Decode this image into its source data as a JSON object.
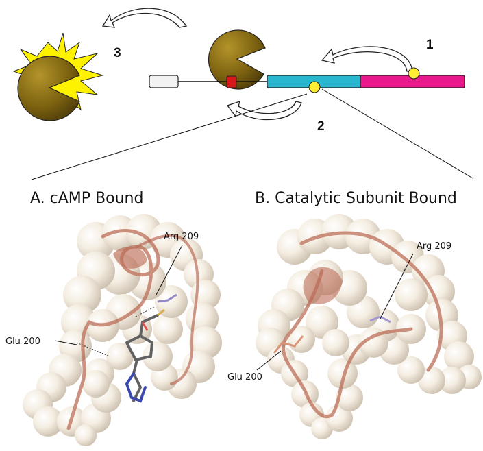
{
  "steps": {
    "step1": "1",
    "step2": "2",
    "step3": "3"
  },
  "panels": {
    "left": {
      "title": "A.   cAMP Bound",
      "label_top": "Arg 209",
      "label_side": "Glu 200"
    },
    "right": {
      "title": "B.  Catalytic Subunit Bound",
      "label_top": "Arg 209",
      "label_side": "Glu 200"
    }
  },
  "colors": {
    "domain_white": "#f2f2f2",
    "domain_red": "#d81818",
    "domain_cyan": "#29b6cf",
    "domain_magenta": "#e8198b",
    "ligand_yellow": "#ffee33",
    "pacman": "#8a6f14",
    "burst": "#fff200",
    "surface": "#cfc3b4",
    "backbone": "#b5614a"
  }
}
